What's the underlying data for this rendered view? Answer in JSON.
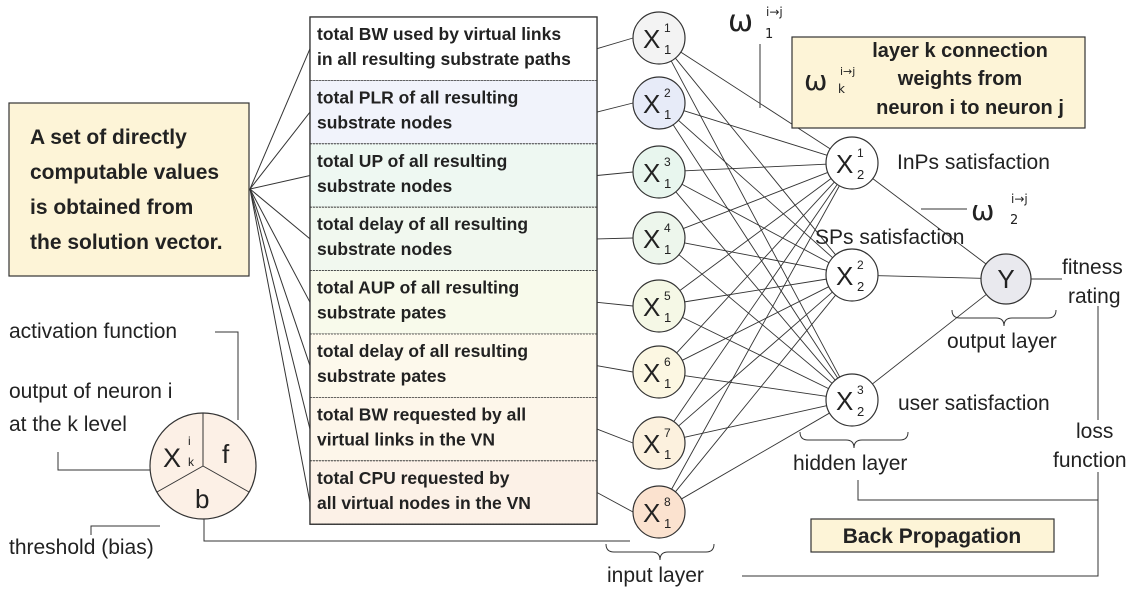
{
  "solution_box": {
    "lines": [
      "A set of directly",
      "computable values",
      "is obtained from",
      "the solution vector."
    ]
  },
  "input_features": [
    {
      "line1": "total BW used by virtual links",
      "line2": "in all resulting substrate paths"
    },
    {
      "line1": "total PLR of all resulting",
      "line2": "substrate nodes"
    },
    {
      "line1": "total UP of all resulting",
      "line2": "substrate nodes"
    },
    {
      "line1": "total delay of all resulting",
      "line2": "substrate nodes"
    },
    {
      "line1": "total AUP of all resulting",
      "line2": "substrate pates"
    },
    {
      "line1": "total delay of all resulting",
      "line2": "substrate pates"
    },
    {
      "line1": "total BW requested by all",
      "line2": "virtual links in the VN"
    },
    {
      "line1": "total CPU requested by",
      "line2": "all virtual nodes in the VN"
    }
  ],
  "input_nodes": [
    {
      "base": "X",
      "sup": "1",
      "sub": "1",
      "fill": "#f3f3f3"
    },
    {
      "base": "X",
      "sup": "2",
      "sub": "1",
      "fill": "#e7ebf8"
    },
    {
      "base": "X",
      "sup": "3",
      "sub": "1",
      "fill": "#e8f6ee"
    },
    {
      "base": "X",
      "sup": "4",
      "sub": "1",
      "fill": "#edf6ec"
    },
    {
      "base": "X",
      "sup": "5",
      "sub": "1",
      "fill": "#f5f8e6"
    },
    {
      "base": "X",
      "sup": "6",
      "sub": "1",
      "fill": "#fcf7e2"
    },
    {
      "base": "X",
      "sup": "7",
      "sub": "1",
      "fill": "#fcf1de"
    },
    {
      "base": "X",
      "sup": "8",
      "sub": "1",
      "fill": "#fbe2cf"
    }
  ],
  "hidden_nodes": [
    {
      "base": "X",
      "sup": "1",
      "sub": "2",
      "label": "InPs satisfaction"
    },
    {
      "base": "X",
      "sup": "2",
      "sub": "2",
      "label": "SPs satisfaction"
    },
    {
      "base": "X",
      "sup": "3",
      "sub": "2",
      "label": "user satisfaction"
    }
  ],
  "output_node": {
    "label": "Y"
  },
  "weights": {
    "omega": "ω",
    "arrow_sup": "i→j",
    "layer1_sub": "1",
    "layer2_sub": "2",
    "legend_sub": "k"
  },
  "weight_legend": {
    "lines": [
      "layer k connection",
      "weights from",
      "neuron i to neuron j"
    ]
  },
  "neuron_detail": {
    "base": "X",
    "sup": "i",
    "sub": "k",
    "activation_symbol": "f",
    "bias_symbol": "b",
    "activation_label": "activation function",
    "output_label_1": "output of neuron i",
    "output_label_2": "at the k level",
    "threshold_label": "threshold (bias)"
  },
  "layer_labels": {
    "input": "input layer",
    "hidden": "hidden layer",
    "output": "output layer"
  },
  "fitness": {
    "line1": "fitness",
    "line2": "rating"
  },
  "loss": {
    "line1": "loss",
    "line2": "function"
  },
  "back_propagation": {
    "label": "Back  Propagation"
  },
  "colors": {
    "box_fill": "#fdf4d7",
    "line": "#333333",
    "text": "#222222"
  }
}
